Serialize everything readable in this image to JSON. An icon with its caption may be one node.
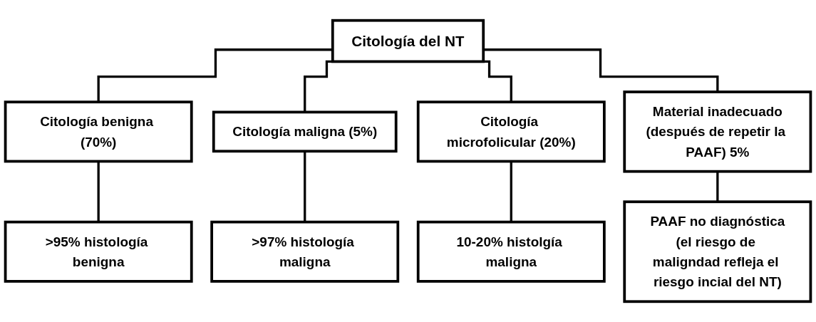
{
  "diagram": {
    "nodes": [
      {
        "text": [
          "Citología del NT"
        ]
      },
      {
        "text": [
          "Citología benigna (70%)"
        ]
      },
      {
        "text": [
          "Citología maligna (5%)"
        ]
      },
      {
        "text": [
          "Citología microfolicular (20%)"
        ]
      },
      {
        "text": [
          "Material inadecuado",
          "(después de repetir la PAAF) 5%"
        ]
      },
      {
        "text": [
          ">95% histología benigna"
        ]
      },
      {
        "text": [
          ">97% histología maligna"
        ]
      },
      {
        "text": [
          "10-20% histolgía maligna"
        ]
      },
      {
        "text": [
          "PAAF no diagnóstica",
          "(el riesgo de maligndad refleja el riesgo incial del NT)"
        ]
      }
    ],
    "edges": [
      {
        "from": 0,
        "to": 1,
        "arrow": "none"
      },
      {
        "from": 0,
        "to": 2,
        "arrow": "none"
      },
      {
        "from": 0,
        "to": 3,
        "arrow": "none"
      },
      {
        "from": 0,
        "to": 4,
        "arrow": "none"
      },
      {
        "from": 1,
        "to": 5,
        "arrow": "none"
      },
      {
        "from": 2,
        "to": 6,
        "arrow": "none"
      },
      {
        "from": 3,
        "to": 7,
        "arrow": "none"
      },
      {
        "from": 4,
        "to": 8,
        "arrow": "none"
      }
    ]
  }
}
